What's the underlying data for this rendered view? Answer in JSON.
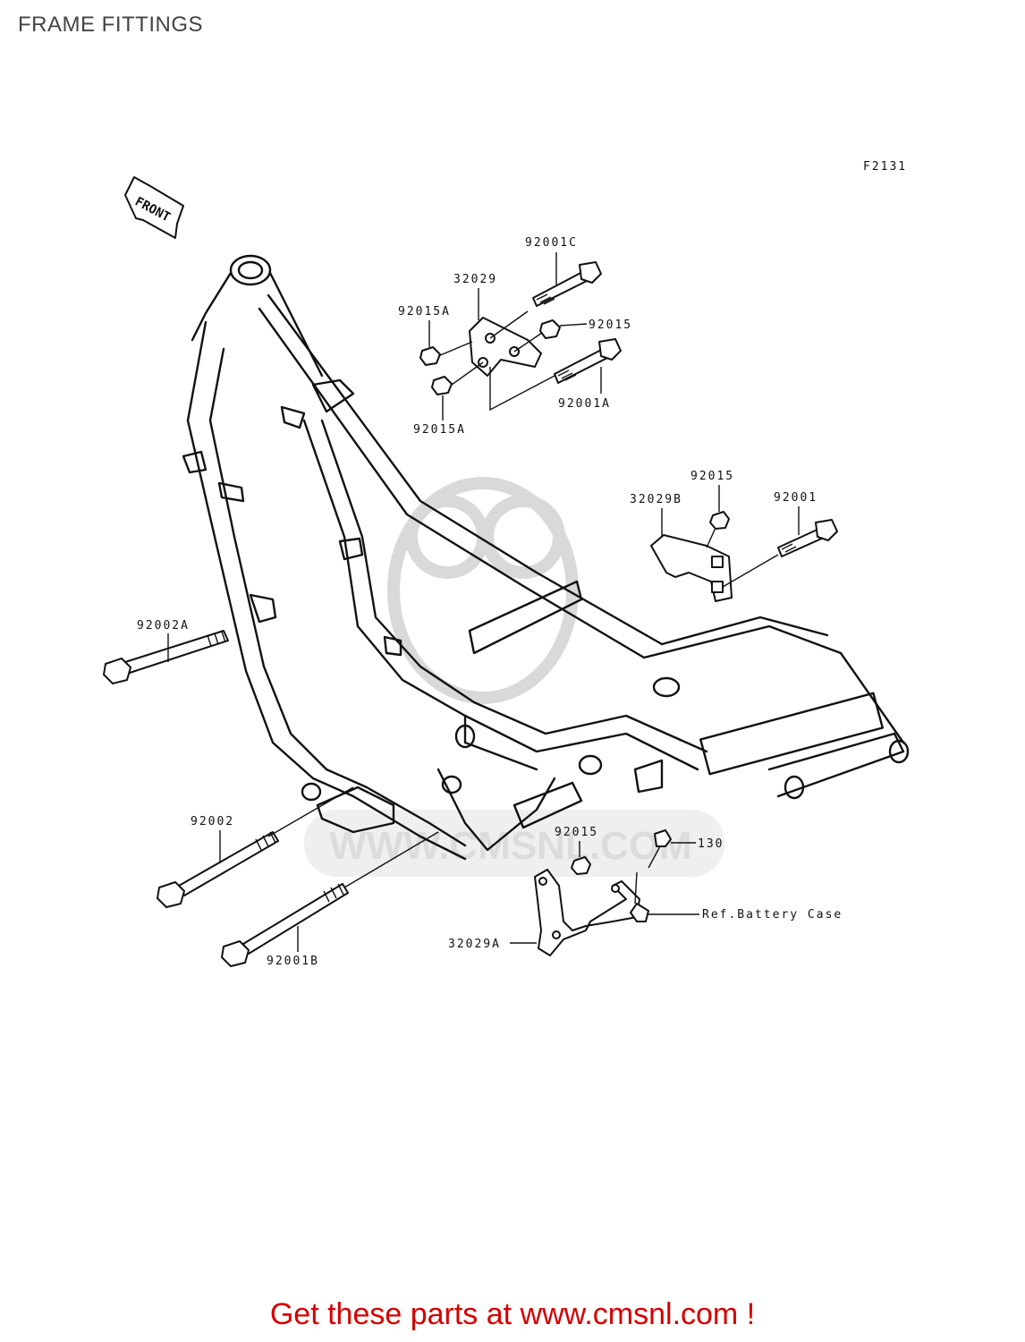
{
  "title": "FRAME FITTINGS",
  "figure_code": "F2131",
  "front_arrow_label": "FRONT",
  "watermark_text": "WWW.CMSNL.COM",
  "parts": {
    "p92001C": "92001C",
    "p32029": "32029",
    "p92015A_top": "92015A",
    "p92015_top": "92015",
    "p92001A": "92001A",
    "p92015A_bottom": "92015A",
    "p92015_mid": "92015",
    "p32029B": "32029B",
    "p92001": "92001",
    "p92002A": "92002A",
    "p92002": "92002",
    "p92001B": "92001B",
    "p92015_low": "92015",
    "p130": "130",
    "ref_battery": "Ref.Battery Case",
    "p32029A": "32029A"
  },
  "footer": "Get these parts at www.cmsnl.com !"
}
